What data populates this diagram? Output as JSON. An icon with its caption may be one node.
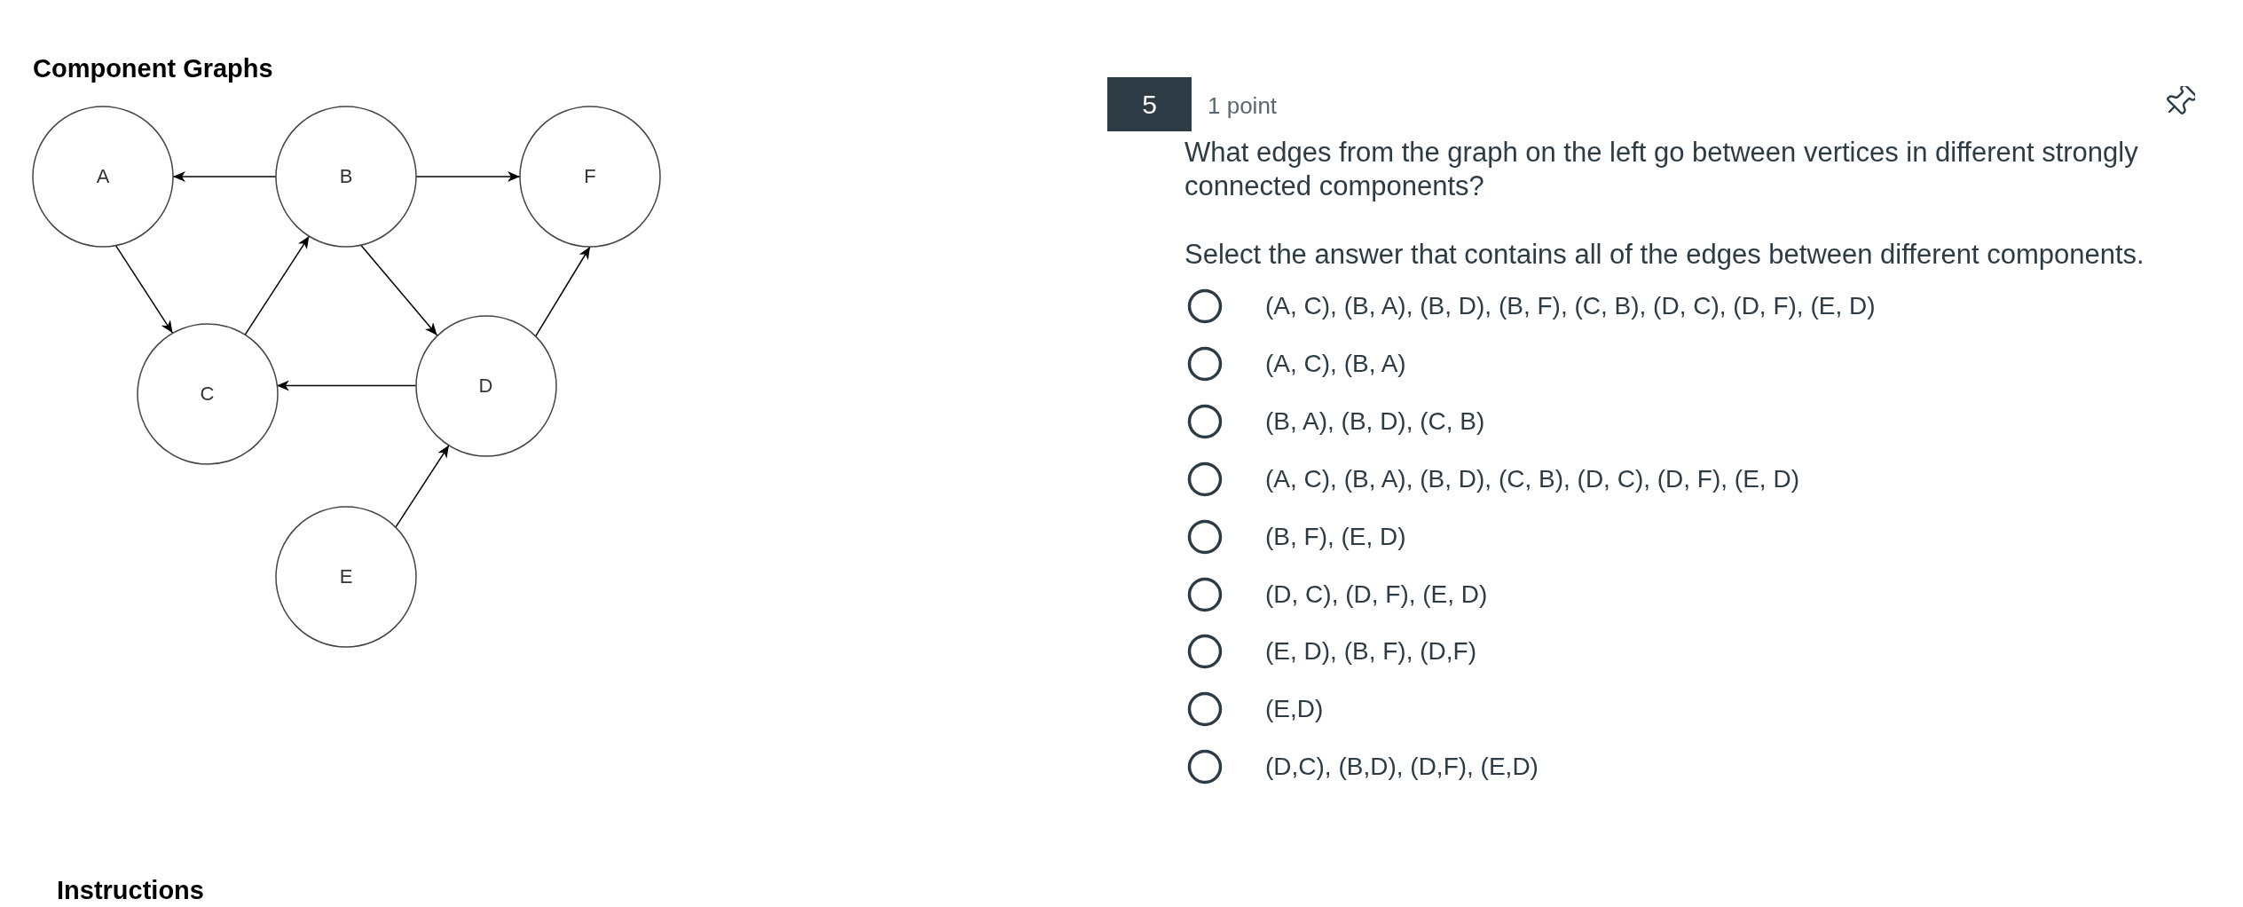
{
  "diagram": {
    "title": "Component Graphs",
    "nodes": [
      {
        "text": [
          "A"
        ]
      },
      {
        "text": [
          "B"
        ]
      },
      {
        "text": [
          "F"
        ]
      },
      {
        "text": [
          "C"
        ]
      },
      {
        "text": [
          "D"
        ]
      },
      {
        "text": [
          "E"
        ]
      }
    ],
    "edges": [
      {
        "from": 1,
        "to": 0,
        "arrow": "to"
      },
      {
        "from": 1,
        "to": 2,
        "arrow": "to"
      },
      {
        "from": 0,
        "to": 3,
        "arrow": "to"
      },
      {
        "from": 3,
        "to": 1,
        "arrow": "to"
      },
      {
        "from": 1,
        "to": 4,
        "arrow": "to"
      },
      {
        "from": 4,
        "to": 2,
        "arrow": "to"
      },
      {
        "from": 4,
        "to": 3,
        "arrow": "to"
      },
      {
        "from": 5,
        "to": 4,
        "arrow": "to"
      }
    ],
    "labels": [
      "5",
      "1 point",
      "What edges from the graph on the left go between vertices in different strongly connected components?",
      "Select the answer that contains all of the edges between different components.",
      "(A, C), (B, A), (B, D), (B, F), (C, B), (D, C), (D, F), (E, D)",
      "(A, C), (B, A)",
      "(B, A), (B, D), (C, B)",
      "(A, C), (B, A), (B, D), (C, B), (D, C), (D, F), (E, D)",
      "(B, F), (E, D)",
      "(D, C), (D, F), (E, D)",
      "(E, D), (B, F), (D,F)",
      "(E,D)",
      "(D,C), (B,D), (D,F), (E,D)",
      "Instructions"
    ]
  }
}
